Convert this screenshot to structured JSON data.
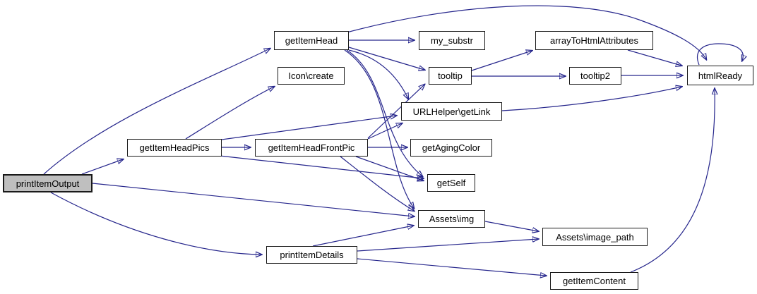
{
  "diagram": {
    "type": "call-graph",
    "direction": "left-to-right",
    "root": "printItemOutput",
    "colors": {
      "edge": "#26268c",
      "node_border": "#1a1a1a",
      "node_fill": "#ffffff",
      "root_fill": "#bfbfbf",
      "background": "#ffffff"
    },
    "nodes": [
      {
        "id": "printItemOutput",
        "label": "printItemOutput"
      },
      {
        "id": "getItemHead",
        "label": "getItemHead"
      },
      {
        "id": "icon-create",
        "label": "Icon\\create"
      },
      {
        "id": "getItemHeadPics",
        "label": "getItemHeadPics"
      },
      {
        "id": "getItemHeadFrontPic",
        "label": "getItemHeadFrontPic"
      },
      {
        "id": "printItemDetails",
        "label": "printItemDetails"
      },
      {
        "id": "my_substr",
        "label": "my_substr"
      },
      {
        "id": "tooltip",
        "label": "tooltip"
      },
      {
        "id": "urlhelper-getLink",
        "label": "URLHelper\\getLink"
      },
      {
        "id": "getAgingColor",
        "label": "getAgingColor"
      },
      {
        "id": "getSelf",
        "label": "getSelf"
      },
      {
        "id": "assets-img",
        "label": "Assets\\img"
      },
      {
        "id": "arrayToHtmlAttributes",
        "label": "arrayToHtmlAttributes"
      },
      {
        "id": "tooltip2",
        "label": "tooltip2"
      },
      {
        "id": "htmlReady",
        "label": "htmlReady"
      },
      {
        "id": "assets-image_path",
        "label": "Assets\\image_path"
      },
      {
        "id": "getItemContent",
        "label": "getItemContent"
      }
    ],
    "edges": [
      {
        "from": "printItemOutput",
        "to": "getItemHead"
      },
      {
        "from": "printItemOutput",
        "to": "getItemHeadPics"
      },
      {
        "from": "printItemOutput",
        "to": "Assets\\img"
      },
      {
        "from": "printItemOutput",
        "to": "printItemDetails"
      },
      {
        "from": "getItemHead",
        "to": "my_substr"
      },
      {
        "from": "getItemHead",
        "to": "tooltip"
      },
      {
        "from": "getItemHead",
        "to": "URLHelper\\getLink"
      },
      {
        "from": "getItemHead",
        "to": "getSelf"
      },
      {
        "from": "getItemHead",
        "to": "Assets\\img"
      },
      {
        "from": "getItemHead",
        "to": "htmlReady"
      },
      {
        "from": "getItemHeadPics",
        "to": "Icon\\create"
      },
      {
        "from": "getItemHeadPics",
        "to": "getItemHeadFrontPic"
      },
      {
        "from": "getItemHeadPics",
        "to": "URLHelper\\getLink"
      },
      {
        "from": "getItemHeadPics",
        "to": "getSelf"
      },
      {
        "from": "getItemHeadFrontPic",
        "to": "tooltip"
      },
      {
        "from": "getItemHeadFrontPic",
        "to": "URLHelper\\getLink"
      },
      {
        "from": "getItemHeadFrontPic",
        "to": "getAgingColor"
      },
      {
        "from": "getItemHeadFrontPic",
        "to": "getSelf"
      },
      {
        "from": "getItemHeadFrontPic",
        "to": "Assets\\img"
      },
      {
        "from": "tooltip",
        "to": "arrayToHtmlAttributes"
      },
      {
        "from": "tooltip",
        "to": "tooltip2"
      },
      {
        "from": "arrayToHtmlAttributes",
        "to": "htmlReady"
      },
      {
        "from": "tooltip2",
        "to": "htmlReady"
      },
      {
        "from": "URLHelper\\getLink",
        "to": "htmlReady"
      },
      {
        "from": "htmlReady",
        "to": "htmlReady"
      },
      {
        "from": "printItemDetails",
        "to": "Assets\\img"
      },
      {
        "from": "printItemDetails",
        "to": "Assets\\image_path"
      },
      {
        "from": "printItemDetails",
        "to": "getItemContent"
      },
      {
        "from": "Assets\\img",
        "to": "Assets\\image_path"
      },
      {
        "from": "getItemContent",
        "to": "htmlReady"
      }
    ]
  }
}
